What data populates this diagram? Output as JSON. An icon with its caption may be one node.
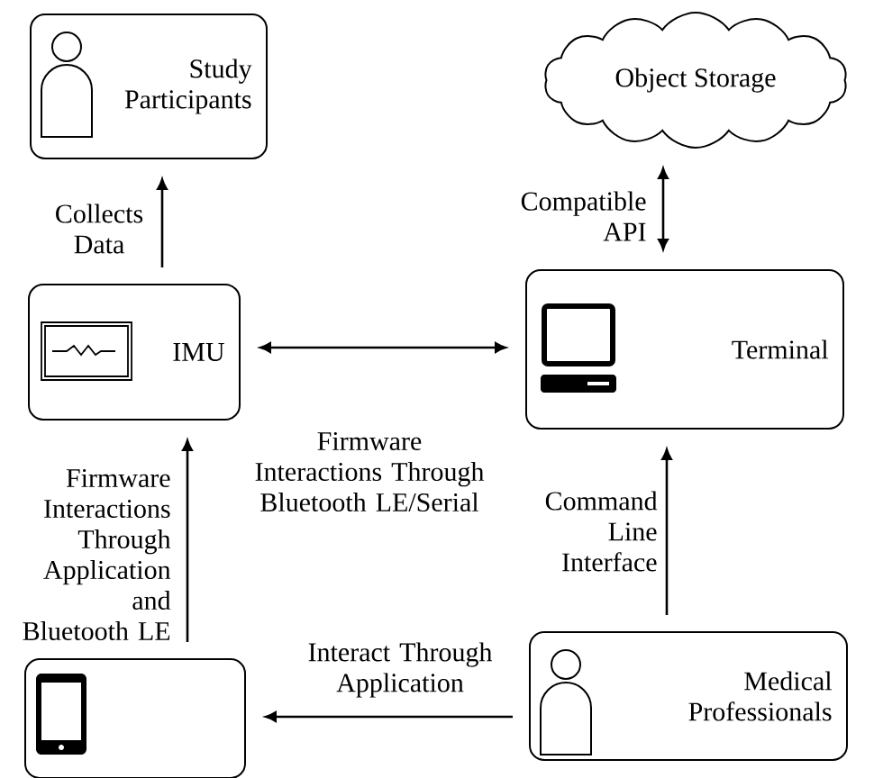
{
  "diagram": {
    "nodes": [
      {
        "text": [
          "Study Participants"
        ]
      },
      {
        "text": [
          "Object Storage"
        ]
      },
      {
        "text": [
          "IMU"
        ]
      },
      {
        "text": [
          "Terminal"
        ]
      },
      {
        "text": [],
        "shape": "box"
      },
      {
        "text": [
          "Medical Professionals"
        ]
      }
    ],
    "edges": [
      {
        "from": 2,
        "to": 0,
        "arrow": "to",
        "label": "Collects Data"
      },
      {
        "from": 1,
        "to": 3,
        "arrow": "both",
        "label": "Compatible API"
      },
      {
        "from": 2,
        "to": 3,
        "arrow": "both",
        "label": "Firmware Interactions Through Bluetooth LE/Serial"
      },
      {
        "from": 4,
        "to": 2,
        "arrow": "to",
        "label": "Firmware Interactions Through Application and Bluetooth LE"
      },
      {
        "from": 5,
        "to": 3,
        "arrow": "to",
        "label": "Command Line Interface"
      },
      {
        "from": 5,
        "to": 4,
        "arrow": "to",
        "label": "Interact Through Application"
      }
    ]
  }
}
